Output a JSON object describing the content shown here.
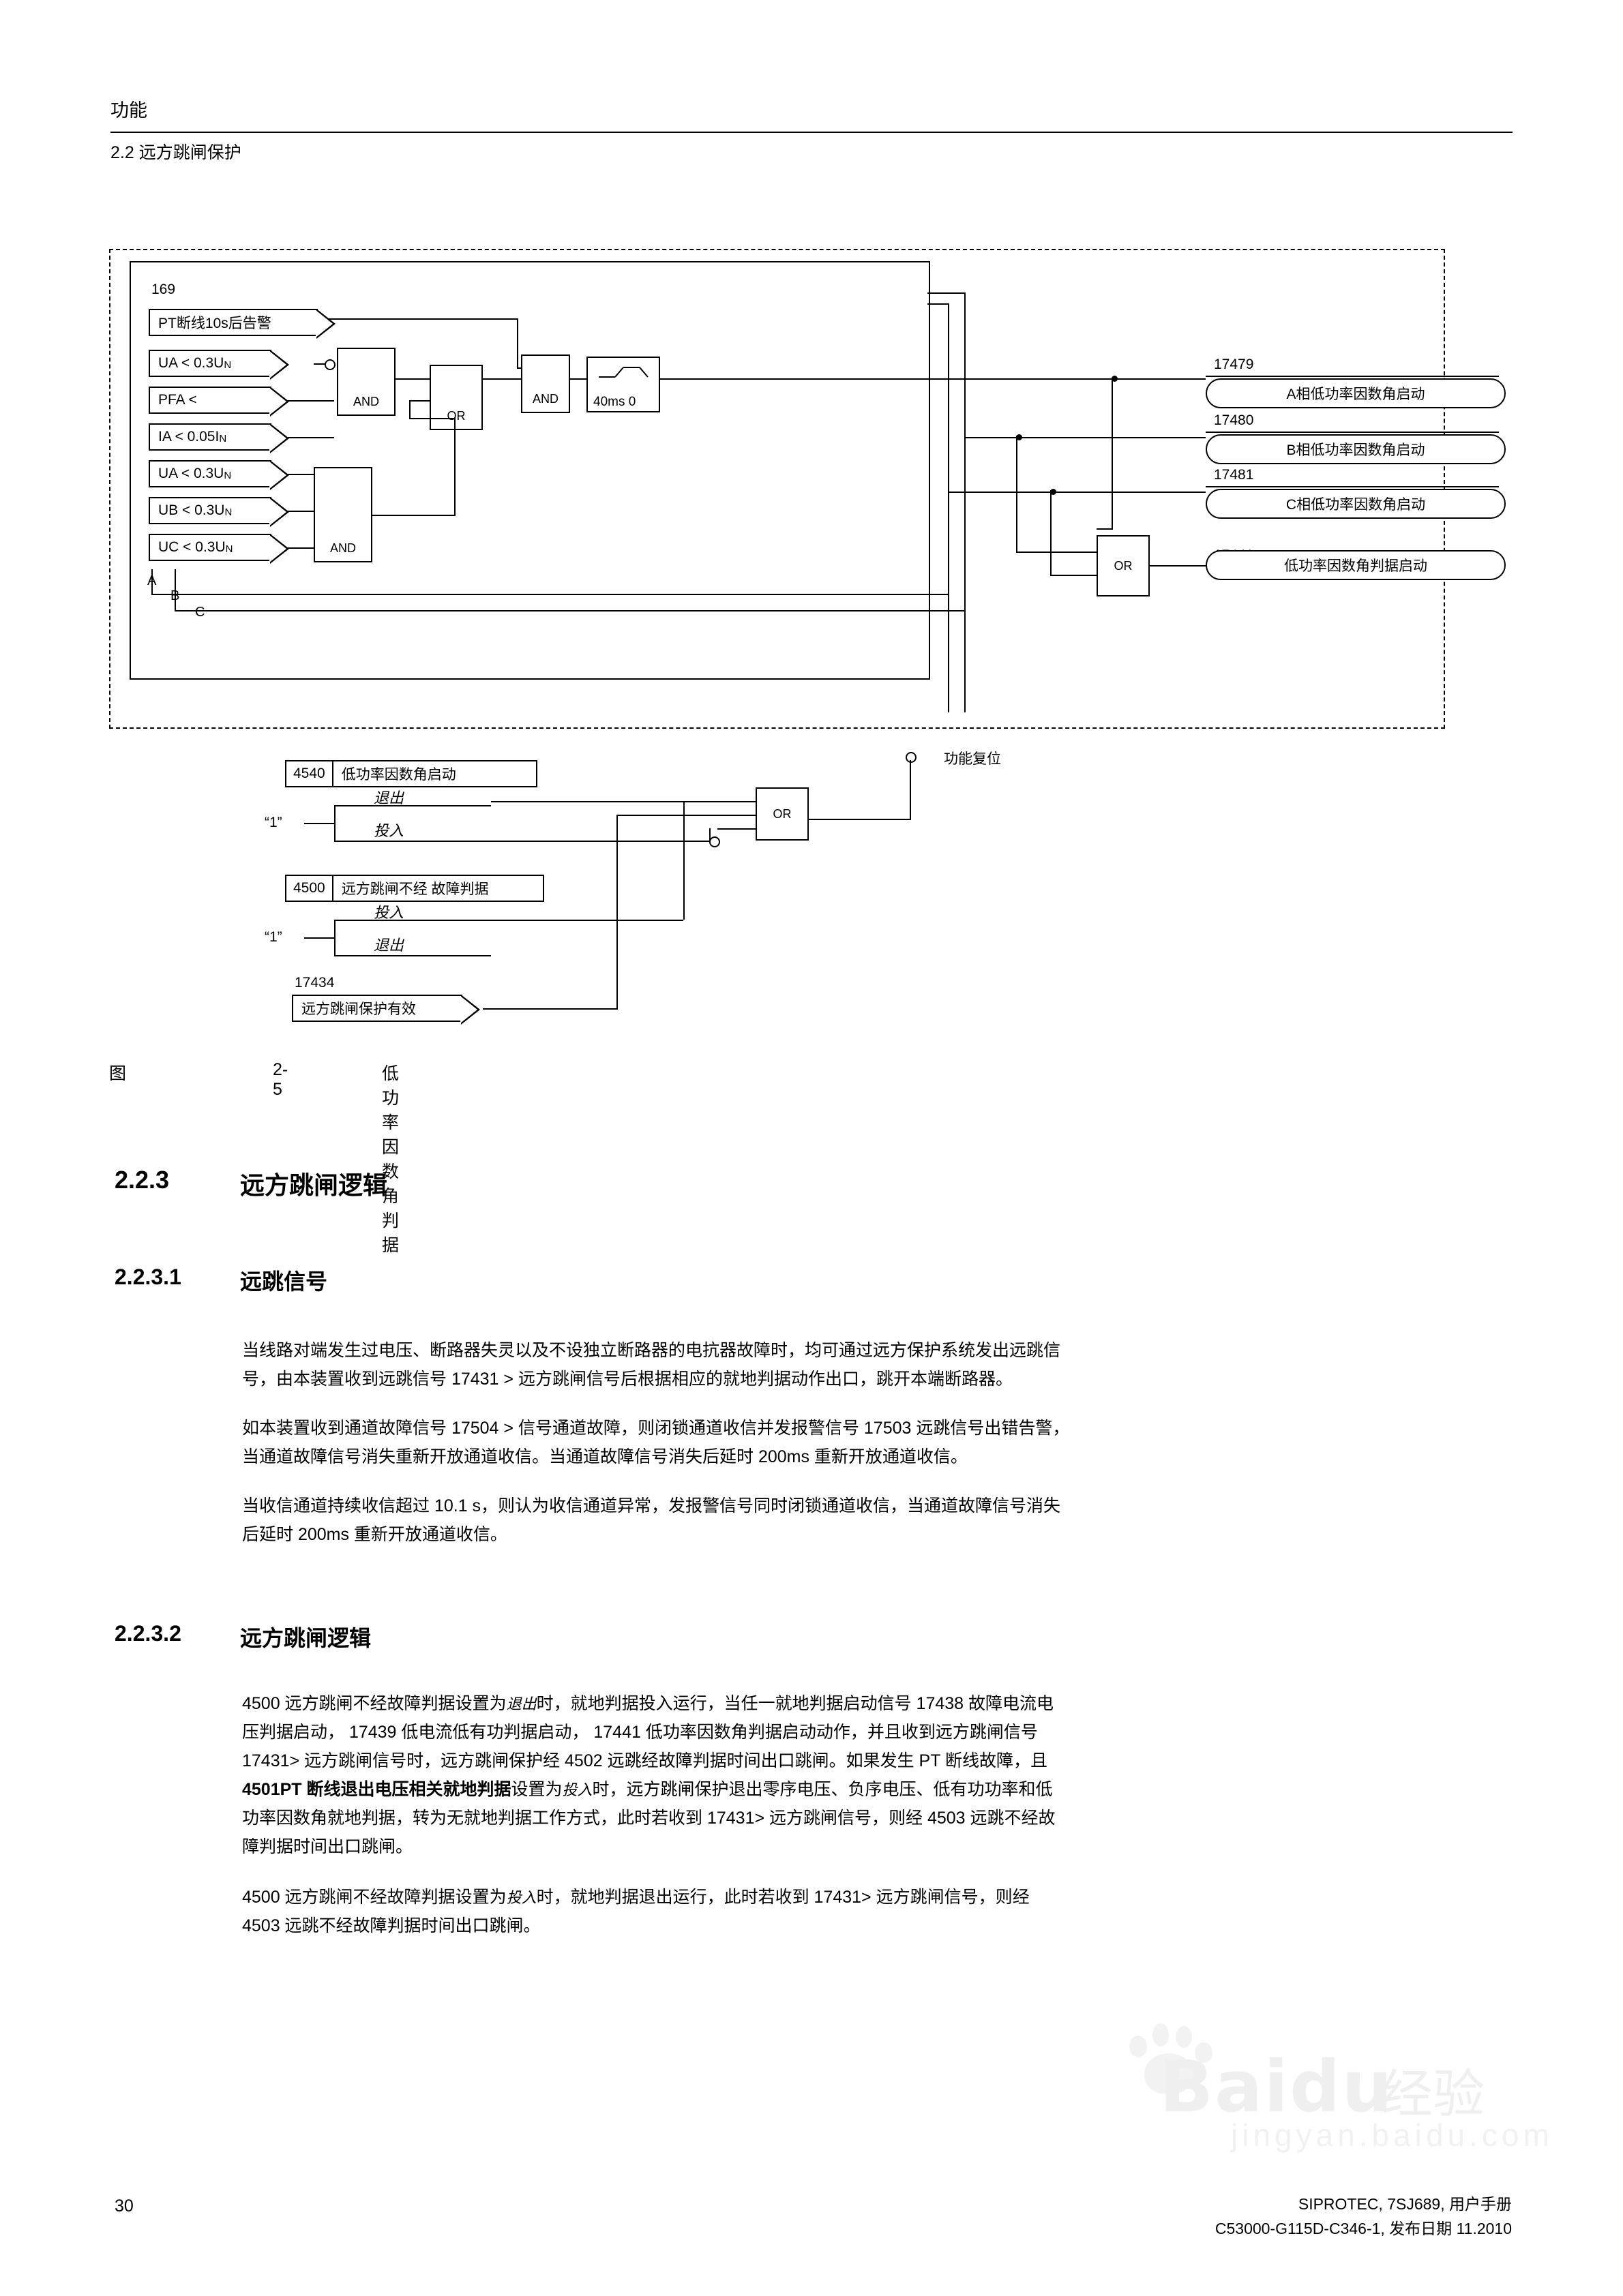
{
  "header": {
    "chapter": "功能",
    "section": "2.2 远方跳闸保护"
  },
  "figure": {
    "caption_label": "图",
    "caption_number": "2-5",
    "caption_title": "低功率因数角判据",
    "block_id": "169",
    "inputs": [
      {
        "id": "pt",
        "text": "PT断线10s后告警"
      },
      {
        "id": "ua1",
        "text": "UA < 0.3U"
      },
      {
        "id": "ua1sub",
        "text": "N"
      },
      {
        "id": "pfa",
        "text": "PFA <"
      },
      {
        "id": "ia",
        "text": "IA < 0.05I"
      },
      {
        "id": "iasub",
        "text": "N"
      },
      {
        "id": "ua2",
        "text": "UA < 0.3U"
      },
      {
        "id": "ub",
        "text": "UB < 0.3U"
      },
      {
        "id": "uc",
        "text": "UC < 0.3U"
      }
    ],
    "gates": {
      "and1": "AND",
      "or1": "OR",
      "and2": "AND",
      "and3": "AND",
      "or2": "OR",
      "or3": "OR"
    },
    "timer": "40ms 0",
    "phase_labels": [
      "A",
      "B",
      "C"
    ],
    "outputs": [
      {
        "num": "17479",
        "text": "A相低功率因数角启动"
      },
      {
        "num": "17480",
        "text": "B相低功率因数角启动"
      },
      {
        "num": "17481",
        "text": "C相低功率因数角启动"
      },
      {
        "num": "17441",
        "text": "低功率因数角判据启动"
      }
    ],
    "reset_label": "功能复位",
    "settings": [
      {
        "num": "4540",
        "name": "低功率因数角启动",
        "opt_top": "退出",
        "opt_bottom": "投入",
        "one_label": "“1”"
      },
      {
        "num": "4500",
        "name": "远方跳闸不经 故障判据",
        "opt_top": "投入",
        "opt_bottom": "退出",
        "one_label": "“1”"
      }
    ],
    "signal_17434": {
      "num": "17434",
      "text": "远方跳闸保护有效"
    }
  },
  "sections": [
    {
      "number": "2.2.3",
      "title": "远方跳闸逻辑"
    },
    {
      "number": "2.2.3.1",
      "title": "远跳信号"
    },
    {
      "number": "2.2.3.2",
      "title": "远方跳闸逻辑"
    }
  ],
  "paragraphs": {
    "p1_a": "当线路对端发生过电压、断路器失灵以及不设独立断路器的电抗器故障时，均可通过远方保护系统发出远跳信",
    "p1_b": "号，由本装置收到远跳信号 17431 > 远方跳闸信号后根据相应的就地判据动作出口，跳开本端断路器。",
    "p2_a": "如本装置收到通道故障信号 17504 > 信号通道故障，则闭锁通道收信并发报警信号 17503 远跳信号出错告警，",
    "p2_b": "当通道故障信号消失重新开放通道收信。当通道故障信号消失后延时 200ms 重新开放通道收信。",
    "p3_a": "当收信通道持续收信超过 10.1 s，则认为收信通道异常，发报警信号同时闭锁通道收信，当通道故障信号消失",
    "p3_b": "后延时 200ms 重新开放通道收信。",
    "p4_l1_a": "4500 远方跳闸不经故障判据",
    "p4_l1_b": "设置为",
    "p4_l1_c": "退出",
    "p4_l1_d": "时，就地判据投入运行，当任一就地判据启动信号 17438 故障电流电",
    "p4_l2": "压判据启动， 17439 低电流低有功判据启动， 17441 低功率因数角判据启动动作，并且收到远方跳闸信号",
    "p4_l3": "17431> 远方跳闸信号时，远方跳闸保护经 4502 远跳经故障判据时间出口跳闸。如果发生 PT 断线故障，且",
    "p4_l4_a": "4501PT 断线退出电压相关就地判据",
    "p4_l4_b": "设置为",
    "p4_l4_c": "投入",
    "p4_l4_d": "时，远方跳闸保护退出零序电压、负序电压、低有功功率和低",
    "p4_l5": "功率因数角就地判据，转为无就地判据工作方式，此时若收到 17431> 远方跳闸信号，则经 4503 远跳不经故",
    "p4_l6": "障判据时间出口跳闸。",
    "p5_l1_a": "4500 远方跳闸不经故障判据",
    "p5_l1_b": "设置为",
    "p5_l1_c": "投入",
    "p5_l1_d": "时，就地判据退出运行，此时若收到 17431> 远方跳闸信号，则经",
    "p5_l2": "4503 远跳不经故障判据时间出口跳闸。"
  },
  "footer": {
    "page_number": "30",
    "line1": "SIPROTEC, 7SJ689, 用户手册",
    "line2": "C53000-G115D-C346-1, 发布日期 11.2010"
  },
  "watermark": {
    "brand": "Baidu",
    "cn": "经验",
    "suffix": "jingyan.baidu.com"
  }
}
